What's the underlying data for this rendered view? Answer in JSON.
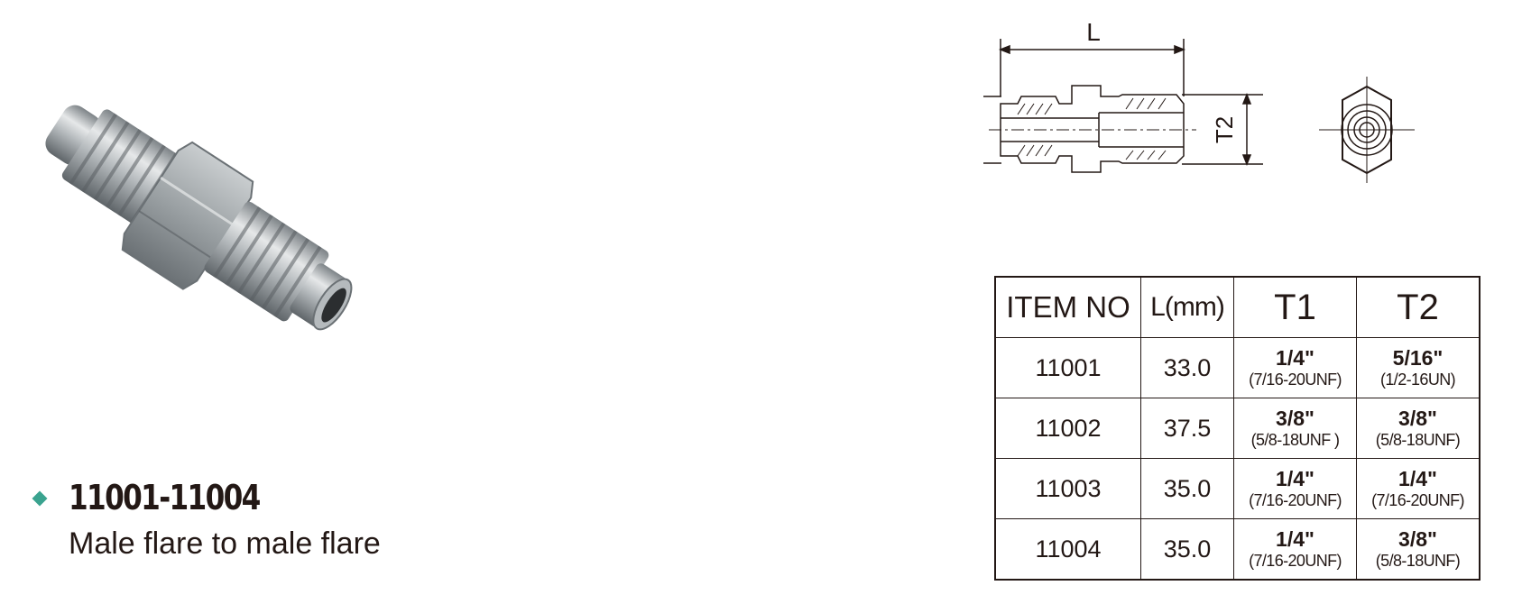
{
  "product": {
    "code": "11001-11004",
    "description": "Male flare to male flare"
  },
  "drawing": {
    "label_length": "L",
    "label_t1": "T1",
    "label_t2": "T2"
  },
  "table": {
    "headers": [
      "ITEM NO",
      "L(mm)",
      "T1",
      "T2"
    ],
    "rows": [
      {
        "item": "11001",
        "length": "33.0",
        "t1_size": "1/4\"",
        "t1_thread": "(7/16-20UNF)",
        "t2_size": "5/16\"",
        "t2_thread": "(1/2-16UN)"
      },
      {
        "item": "11002",
        "length": "37.5",
        "t1_size": "3/8\"",
        "t1_thread": "(5/8-18UNF )",
        "t2_size": "3/8\"",
        "t2_thread": "(5/8-18UNF)"
      },
      {
        "item": "11003",
        "length": "35.0",
        "t1_size": "1/4\"",
        "t1_thread": "(7/16-20UNF)",
        "t2_size": "1/4\"",
        "t2_thread": "(7/16-20UNF)"
      },
      {
        "item": "11004",
        "length": "35.0",
        "t1_size": "1/4\"",
        "t1_thread": "(7/16-20UNF)",
        "t2_size": "3/8\"",
        "t2_thread": "(5/8-18UNF)"
      }
    ]
  },
  "colors": {
    "accent": "#3aa38f",
    "text": "#231815",
    "steel": "#a9aeb1"
  }
}
